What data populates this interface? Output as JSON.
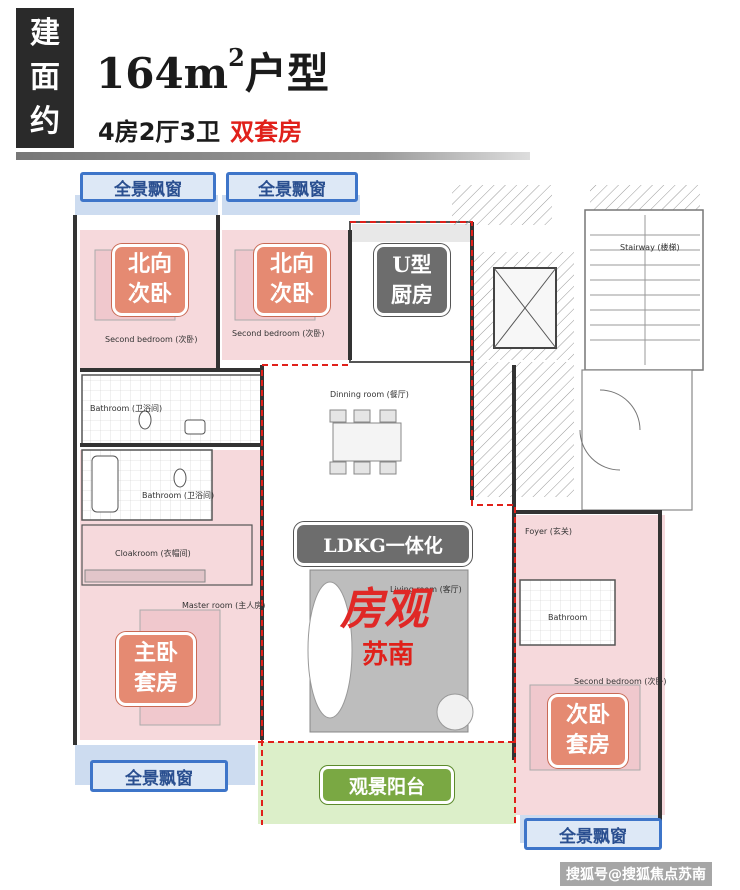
{
  "header": {
    "tag_chars": [
      "建",
      "面",
      "约"
    ],
    "area_number": "164",
    "area_unit": "m",
    "area_sup": "2",
    "type_text": "户型",
    "layout_text": "4房2厅3卫",
    "highlight_text": "双套房"
  },
  "badges": {
    "window_label": "全景飘窗",
    "north_bedroom_line1": "北向",
    "north_bedroom_line2": "次卧",
    "kitchen_line1": "U型",
    "kitchen_line2": "厨房",
    "ldkg": "LDKG一体化",
    "master_line1": "主卧",
    "master_line2": "套房",
    "second_suite_line1": "次卧",
    "second_suite_line2": "套房",
    "balcony": "观景阳台"
  },
  "labels": {
    "second_bedroom": "Second bedroom (次卧)",
    "dining": "Dinning room (餐厅)",
    "bathroom_top": "Bathroom (卫浴间)",
    "bathroom_mid": "Bathroom (卫浴间)",
    "cloakroom": "Cloakroom (衣帽间)",
    "master_room": "Master room (主人房)",
    "living_room": "Living room (客厅)",
    "foyer": "Foyer (玄关)",
    "bathroom_right": "Bathroom",
    "stairway": "Stairway (楼梯)"
  },
  "watermark": {
    "line1": "房观",
    "line2": "苏南"
  },
  "footer": {
    "credit": "搜狐号@搜狐焦点苏南"
  },
  "colors": {
    "bedroom_fill": "#f6d9dc",
    "room_badge": "#e58a72",
    "window_badge": "#3e75c9",
    "balcony_fill": "#dcefc9",
    "accent_red": "#e0201a"
  }
}
